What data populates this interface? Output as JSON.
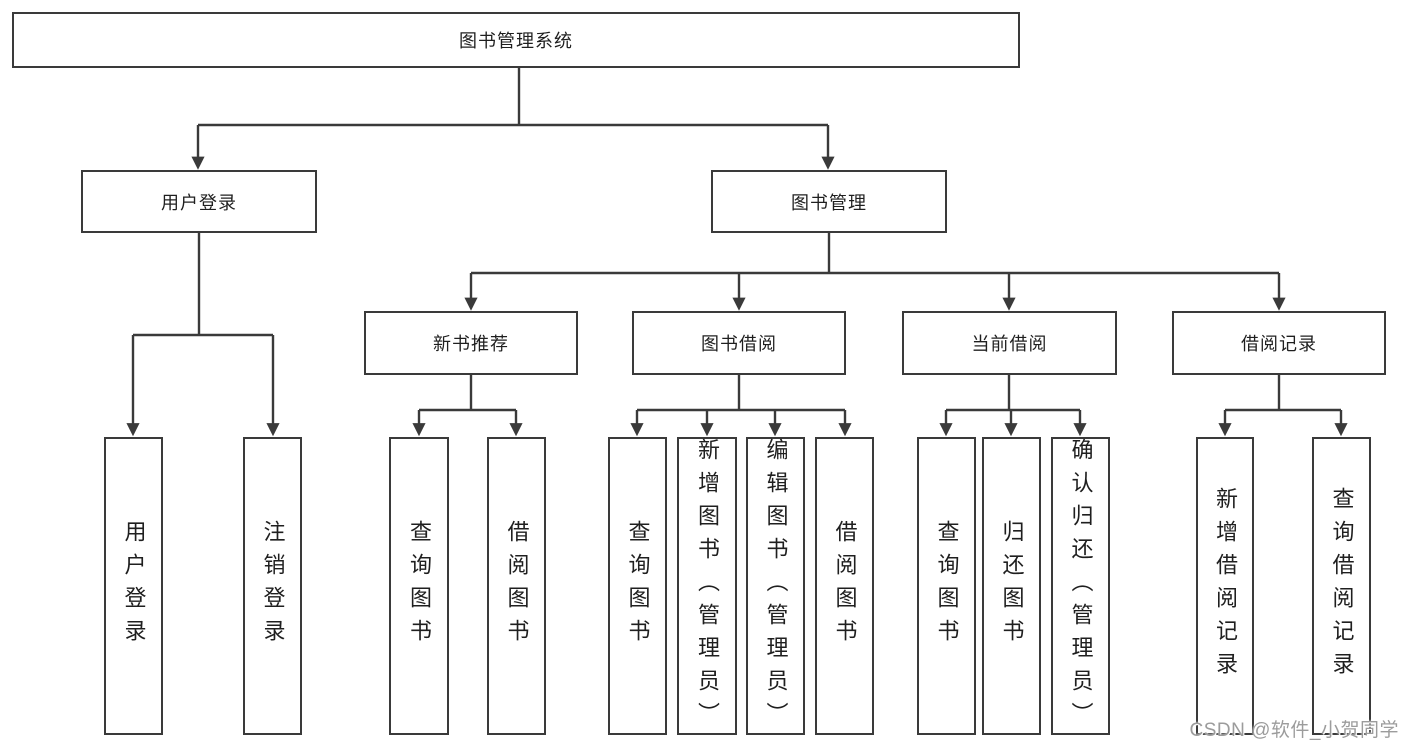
{
  "colors": {
    "line": "#3a3a3a",
    "box_border": "#3a3a3a",
    "text": "#1f1f1f",
    "watermark_text": "#9c9c9c",
    "background": "#ffffff"
  },
  "tree": {
    "root": {
      "label": "图书管理系统",
      "children": [
        {
          "label": "用户登录",
          "children": [
            {
              "label": "用户登录"
            },
            {
              "label": "注销登录"
            }
          ]
        },
        {
          "label": "图书管理",
          "children": [
            {
              "label": "新书推荐",
              "children": [
                {
                  "label": "查询图书"
                },
                {
                  "label": "借阅图书"
                }
              ]
            },
            {
              "label": "图书借阅",
              "children": [
                {
                  "label": "查询图书"
                },
                {
                  "label": "新增图书（管理员）"
                },
                {
                  "label": "编辑图书（管理员）"
                },
                {
                  "label": "借阅图书"
                }
              ]
            },
            {
              "label": "当前借阅",
              "children": [
                {
                  "label": "查询图书"
                },
                {
                  "label": "归还图书"
                },
                {
                  "label": "确认归还（管理员）"
                }
              ]
            },
            {
              "label": "借阅记录",
              "children": [
                {
                  "label": "新增借阅记录"
                },
                {
                  "label": "查询借阅记录"
                }
              ]
            }
          ]
        }
      ]
    }
  },
  "watermark": {
    "text": "CSDN @软件_小贺同学"
  }
}
